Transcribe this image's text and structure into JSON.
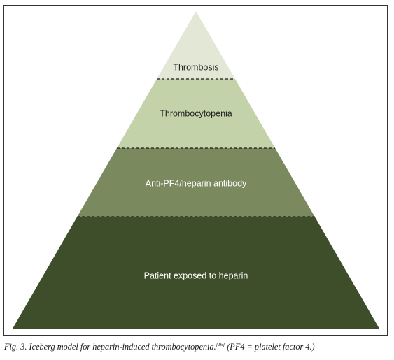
{
  "levels": [
    {
      "label": "Thrombosis",
      "color": "#e3e8d6",
      "text_color": "#222222"
    },
    {
      "label": "Thrombocytopenia",
      "color": "#c4d2aa",
      "text_color": "#222222"
    },
    {
      "label": "Anti-PF4/heparin antibody",
      "color": "#7b8a5e",
      "text_color": "#ffffff"
    },
    {
      "label": "Patient exposed to heparin",
      "color": "#3f4e2a",
      "text_color": "#ffffff"
    }
  ],
  "divider_style": "dashed",
  "caption": {
    "main": "Fig. 3. Iceberg model for heparin-induced thrombocytopenia.",
    "ref": "[16]",
    "note": " (PF4 = platelet factor 4.)"
  }
}
